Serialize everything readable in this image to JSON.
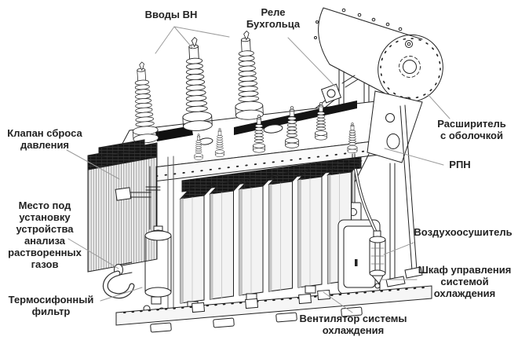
{
  "figure": {
    "background": "#ffffff",
    "ink_color": "#222222",
    "leader_color": "#9a9a9a",
    "dark_fill": "#141414",
    "text_color": "#222222"
  },
  "labels": {
    "hv_bushings": "Вводы ВН",
    "buchholz_relay": "Реле\nБухгольца",
    "conservator": "Расширитель\nс оболочкой",
    "oltc": "РПН",
    "pressure_relief_valve": "Клапан сброса\nдавления",
    "dga_mount": "Место под\nустановку\nустройства\nанализа\nрастворенных\nгазов",
    "thermosiphon_filter": "Термосифонный\nфильтр",
    "air_dryer": "Воздухоосушитель",
    "cooling_control_cabinet": "Шкаф управления\nсистемой\nохлаждения",
    "cooling_fan": "Вентилятор системы\nохлаждения"
  }
}
